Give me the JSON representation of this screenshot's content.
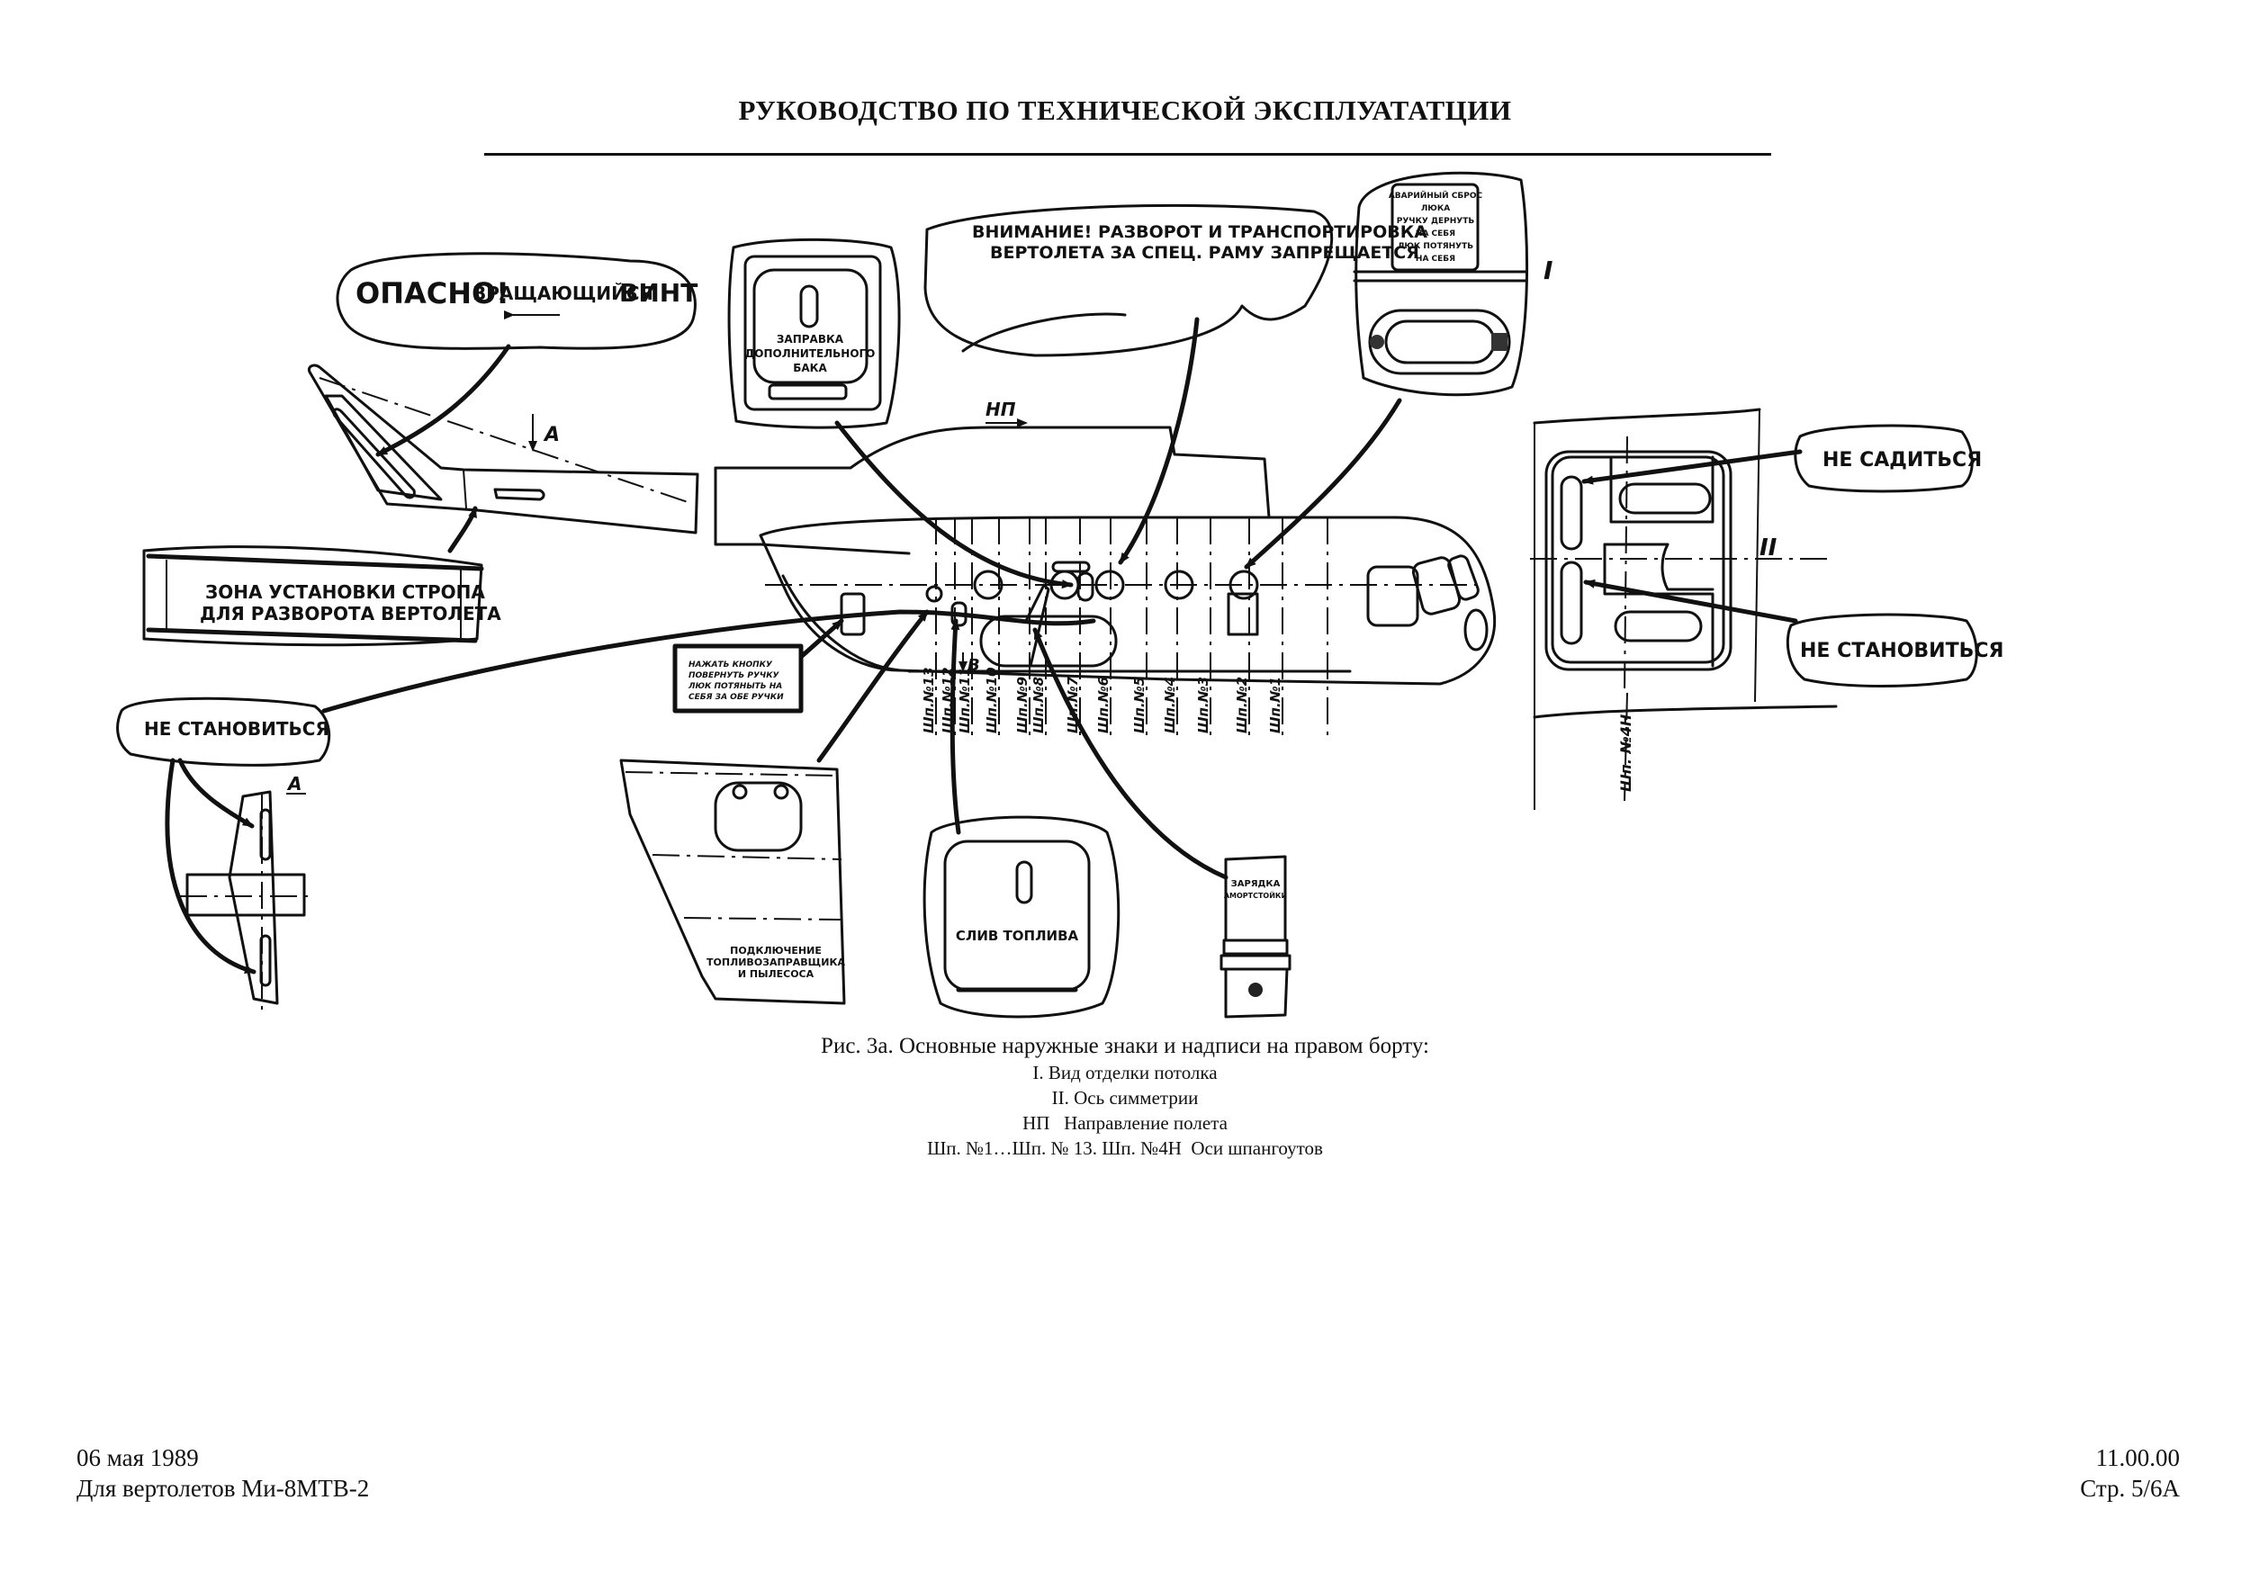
{
  "header": {
    "title": "РУКОВОДСТВО ПО ТЕХНИЧЕСКОЙ ЭКСПЛУАТАТЦИИ"
  },
  "figure": {
    "placards": {
      "danger_rotor_bold": "ОПАСНО!",
      "danger_rotor_rest": "ВРАЩАЮЩИЙСЯ",
      "danger_rotor_end": "ВИНТ",
      "aux_tank_line1": "ЗАПРАВКА",
      "aux_tank_line2": "ДОПОЛНИТЕЛЬНОГО",
      "aux_tank_line3": "БАКА",
      "warning_line1": "ВНИМАНИЕ! РАЗВОРОТ И ТРАНСПОРТИРОВКА",
      "warning_line2": "ВЕРТОЛЕТА ЗА СПЕЦ. РАМУ ЗАПРЕЩАЕТСЯ",
      "hatch_lines": [
        "АВАРИЙНЫЙ СБРОС",
        "ЛЮКА",
        "РУЧКУ ДЕРНУТЬ",
        "НА СЕБЯ",
        "ЛЮК ПОТЯНУТЬ",
        "НА СЕБЯ"
      ],
      "sling_line1": "ЗОНА УСТАНОВКИ СТРОПА",
      "sling_line2": "ДЛЯ РАЗВОРОТА ВЕРТОЛЕТА",
      "door_lines": [
        "НАЖАТЬ КНОПКУ",
        "ПОВЕРНУТЬ РУЧКУ",
        "ЛЮК ПОТЯНЫТЬ НА",
        "СЕБЯ ЗА ОБЕ РУЧКИ"
      ],
      "no_step_left": "НЕ СТАНОВИТЬСЯ",
      "no_sit": "НЕ САДИТЬСЯ",
      "no_step_right": "НЕ СТАНОВИТЬСЯ",
      "fuel_connect_lines": [
        "ПОДКЛЮЧЕНИЕ",
        "ТОПЛИВОЗАПРАВЩИКА",
        "И ПЫЛЕСОСА"
      ],
      "fuel_drain": "СЛИВ ТОПЛИВА",
      "strut_lines": [
        "ЗАРЯДКА",
        "АМОРТСТОЙКИ"
      ]
    },
    "markers": {
      "view_a_arrow": "A",
      "view_a_label": "A",
      "view_b": "B",
      "flight_direction": "НП",
      "roman_1": "I",
      "roman_2": "II"
    },
    "frames": [
      "Шп.№13",
      "Шп.№12",
      "Шп.№11",
      "Шп.№10",
      "Шп.№9",
      "Шп.№8",
      "Шп.№7",
      "Шп.№6",
      "Шп.№5",
      "Шп.№4",
      "Шп.№3",
      "Шп.№2",
      "Шп.№1"
    ],
    "frame_4h": "Шп. №4Н"
  },
  "caption": {
    "title": "Рис. 3а. Основные наружные знаки и надписи на правом борту:",
    "lines": [
      "I. Вид отделки потолка",
      "II. Ось симметрии",
      "НП   Направление полета",
      "Шп. №1…Шп. № 13. Шп. №4Н  Оси шпангоутов"
    ]
  },
  "footer": {
    "date": "06 мая 1989",
    "model": "Для вертолетов Ми-8МТВ-2",
    "section": "11.00.00",
    "page": "Стр. 5/6А"
  }
}
